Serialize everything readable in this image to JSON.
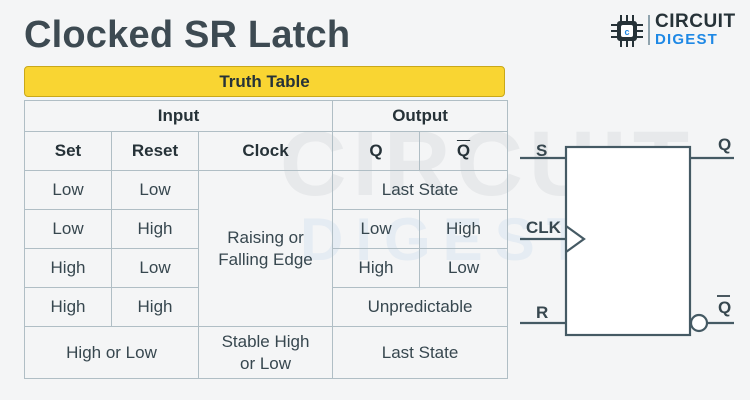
{
  "title": "Clocked SR Latch",
  "logo": {
    "line1": "CIRCUIT",
    "line2": "DIGEST"
  },
  "watermark": {
    "line1": "CIRCUIT",
    "line2": "DIGEST"
  },
  "truth_table": {
    "title": "Truth Table",
    "groups": {
      "input": "Input",
      "output": "Output"
    },
    "columns": {
      "set": "Set",
      "reset": "Reset",
      "clock": "Clock",
      "q": "Q",
      "qbar": "Q"
    },
    "clock_edge": "Raising or Falling Edge",
    "rows": [
      {
        "set": "Low",
        "reset": "Low",
        "output": "Last State"
      },
      {
        "set": "Low",
        "reset": "High",
        "q": "Low",
        "qbar": "High"
      },
      {
        "set": "High",
        "reset": "Low",
        "q": "High",
        "qbar": "Low"
      },
      {
        "set": "High",
        "reset": "High",
        "output": "Unpredictable"
      }
    ],
    "last_row": {
      "set_reset": "High or Low",
      "clock": "Stable High or Low",
      "output": "Last State"
    }
  },
  "symbol": {
    "s": "S",
    "r": "R",
    "clk": "CLK",
    "q": "Q",
    "qbar": "Q"
  },
  "colors": {
    "accent": "#f9d532",
    "brand": "#1e88e5",
    "text": "#37474f",
    "border": "#b0bec5",
    "line": "#455a64"
  }
}
